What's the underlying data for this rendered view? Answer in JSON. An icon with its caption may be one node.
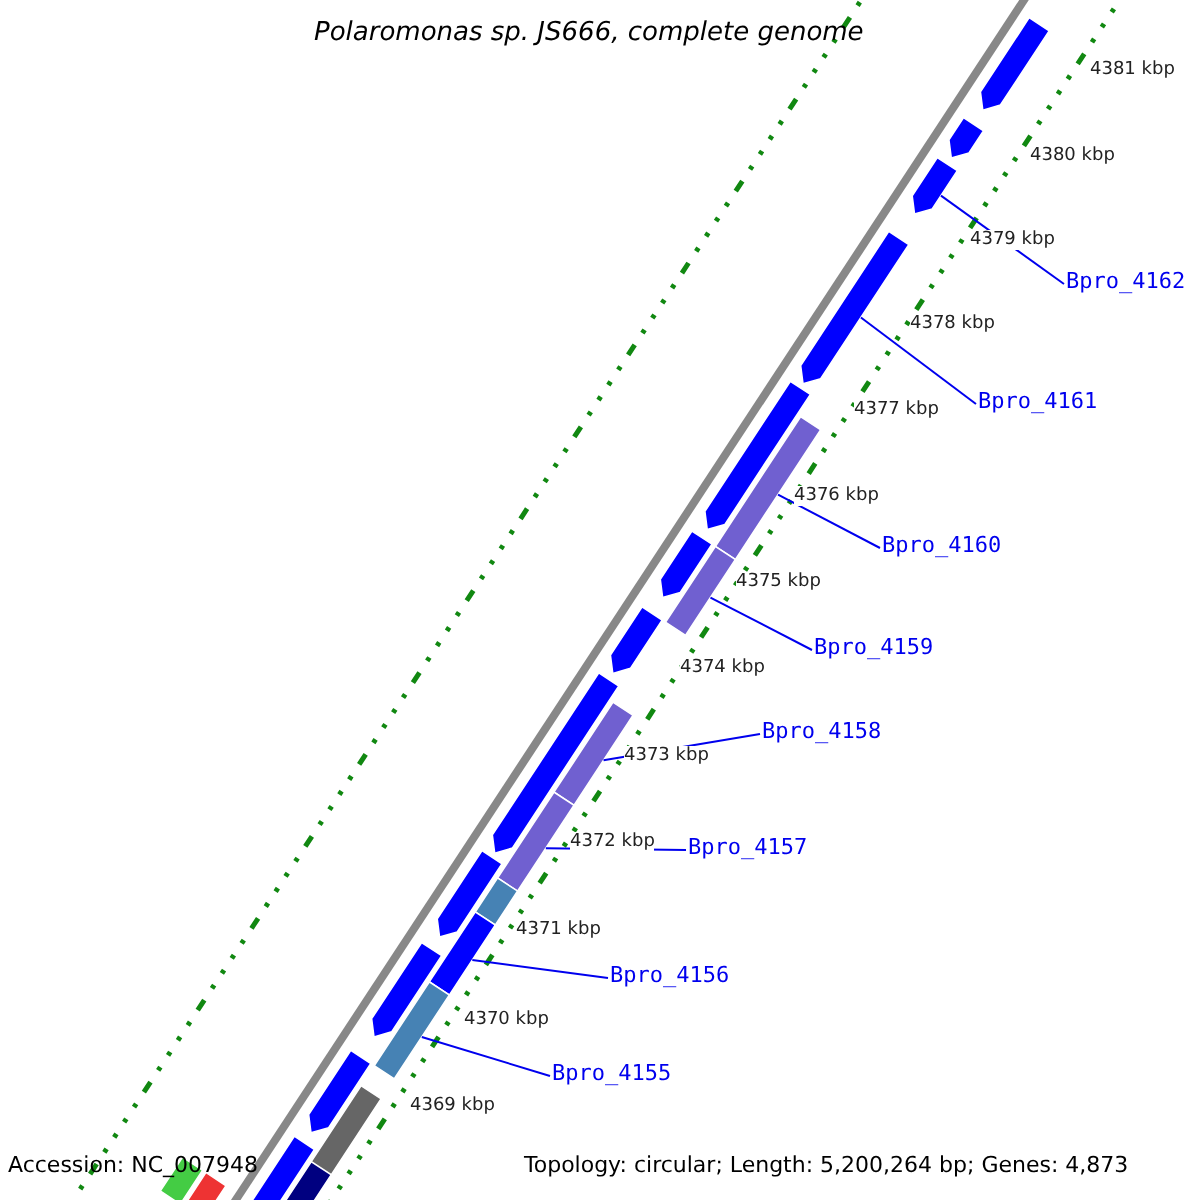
{
  "diagram": {
    "title": "Polaromonas sp. JS666, complete genome",
    "nodes": [
      {
        "text": [
          "Bpro_4162"
        ]
      },
      {
        "text": [
          "Bpro_4161"
        ]
      },
      {
        "text": [
          "Bpro_4160"
        ]
      },
      {
        "text": [
          "Bpro_4159"
        ]
      },
      {
        "text": [
          "Bpro_4158"
        ]
      },
      {
        "text": [
          "Bpro_4157"
        ]
      },
      {
        "text": [
          "Bpro_4156"
        ]
      },
      {
        "text": [
          "Bpro_4155"
        ]
      },
      {
        "text": [],
        "shape": "bar"
      },
      {
        "text": [],
        "shape": "bar"
      },
      {
        "text": [],
        "shape": "bar"
      },
      {
        "text": [],
        "shape": "bar"
      },
      {
        "text": [],
        "shape": "bar"
      },
      {
        "text": [],
        "shape": "bar"
      },
      {
        "text": [],
        "shape": "bar"
      },
      {
        "text": [],
        "shape": "bar"
      },
      {
        "text": [],
        "shape": "bar"
      },
      {
        "text": [],
        "shape": "bar"
      },
      {
        "text": [],
        "shape": "bar"
      },
      {
        "text": [],
        "shape": "bar"
      },
      {
        "text": [],
        "shape": "bar"
      },
      {
        "text": [],
        "shape": "bar"
      },
      {
        "text": [],
        "shape": "bar"
      },
      {
        "text": [],
        "shape": "bar"
      },
      {
        "text": [],
        "shape": "bar"
      },
      {
        "text": [],
        "shape": "bar"
      },
      {
        "text": [],
        "shape": "bar"
      },
      {
        "text": [],
        "shape": "bar"
      },
      {
        "text": [],
        "shape": "bar"
      },
      {
        "text": [],
        "shape": "bar"
      },
      {
        "text": [],
        "shape": "bar"
      }
    ],
    "edges": [
      {
        "from": 0,
        "to": 10,
        "arrow": "none"
      },
      {
        "from": 1,
        "to": 11,
        "arrow": "none"
      },
      {
        "from": 2,
        "to": 13,
        "arrow": "none"
      },
      {
        "from": 3,
        "to": 15,
        "arrow": "none"
      },
      {
        "from": 4,
        "to": 18,
        "arrow": "none"
      },
      {
        "from": 5,
        "to": 19,
        "arrow": "none"
      },
      {
        "from": 6,
        "to": 22,
        "arrow": "none"
      },
      {
        "from": 7,
        "to": 24,
        "arrow": "none"
      }
    ],
    "labels": [
      "4381 kbp",
      "4380 kbp",
      "4379 kbp",
      "4378 kbp",
      "4377 kbp",
      "4376 kbp",
      "4375 kbp",
      "4374 kbp",
      "4373 kbp",
      "4372 kbp",
      "4371 kbp",
      "4370 kbp",
      "4369 kbp",
      "Accession: NC_007948",
      "Topology: circular; Length: 5,200,264 bp; Genes: 4,873"
    ]
  }
}
